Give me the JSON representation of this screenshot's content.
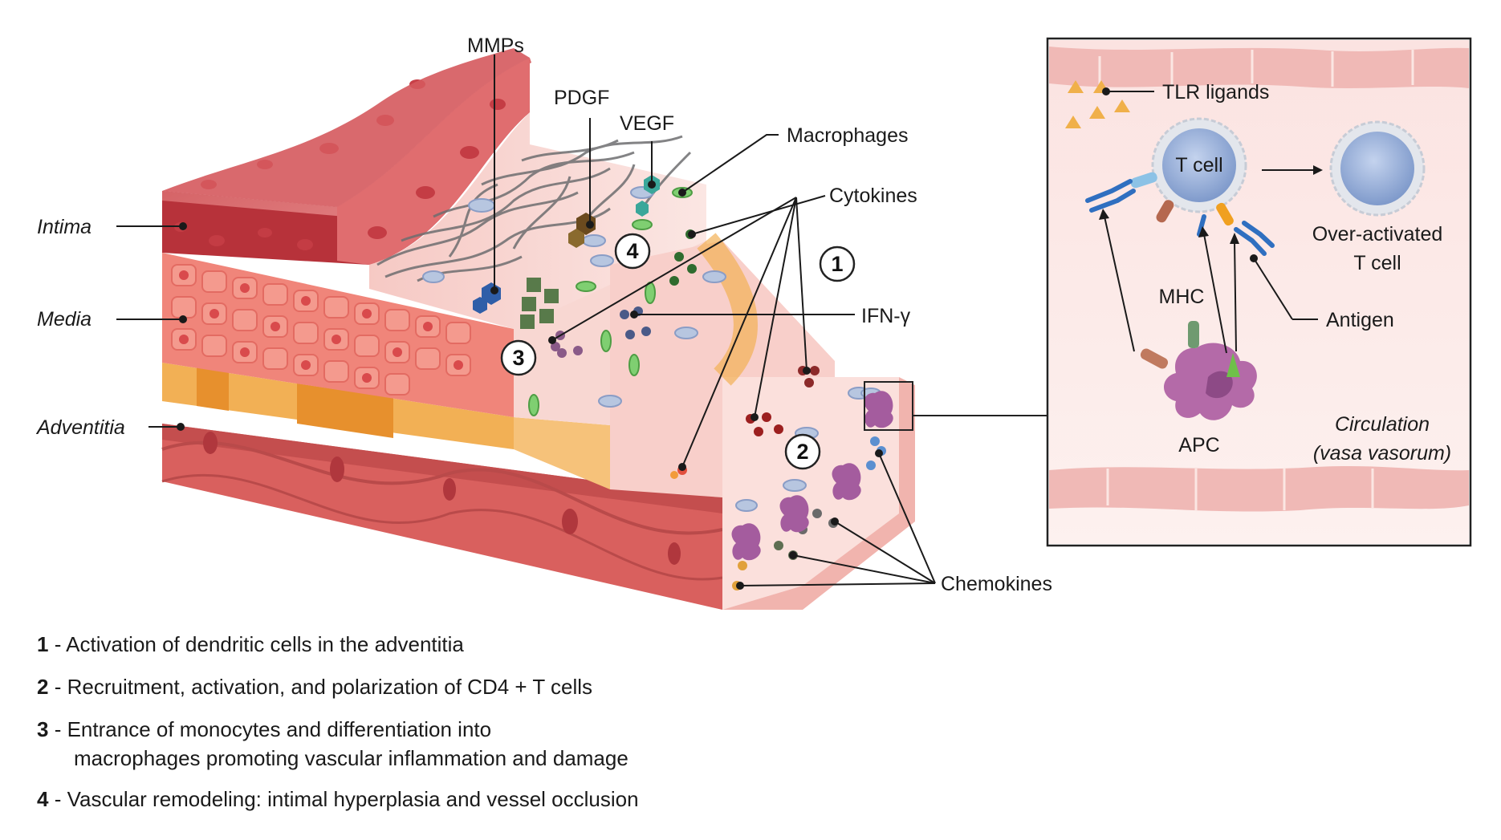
{
  "layers": {
    "intima": "Intima",
    "media": "Media",
    "adventitia": "Adventitia"
  },
  "callouts": {
    "mmps": "MMPs",
    "pdgf": "PDGF",
    "vegf": "VEGF",
    "macrophages": "Macrophages",
    "cytokines": "Cytokines",
    "ifn": "IFN-γ",
    "chemokines": "Chemokines"
  },
  "steps_markers": [
    "1",
    "2",
    "3",
    "4"
  ],
  "inset": {
    "tlr": "TLR ligands",
    "tcell": "T cell",
    "over_activated_1": "Over-activated",
    "over_activated_2": "T cell",
    "mhc": "MHC",
    "antigen": "Antigen",
    "apc": "APC",
    "circulation_1": "Circulation",
    "circulation_2": "(vasa vasorum)"
  },
  "legend": [
    {
      "num": "1",
      "text": "- Activation of dendritic cells in the adventitia"
    },
    {
      "num": "2",
      "text": "- Recruitment, activation, and polarization of CD4 + T cells"
    },
    {
      "num": "3",
      "text": "- Entrance of monocytes and differentiation into",
      "text2": "macrophages promoting vascular inflammation and damage"
    },
    {
      "num": "4",
      "text": "- Vascular remodeling: intimal hyperplasia and vessel occlusion"
    }
  ],
  "colors": {
    "intima_dark": "#b7323a",
    "media": "#f0857a",
    "adventitia": "#d9605e",
    "fat": "#f2b055",
    "inset_border": "#222222",
    "tcell": "#a9bde0",
    "apc": "#b46aa8"
  }
}
